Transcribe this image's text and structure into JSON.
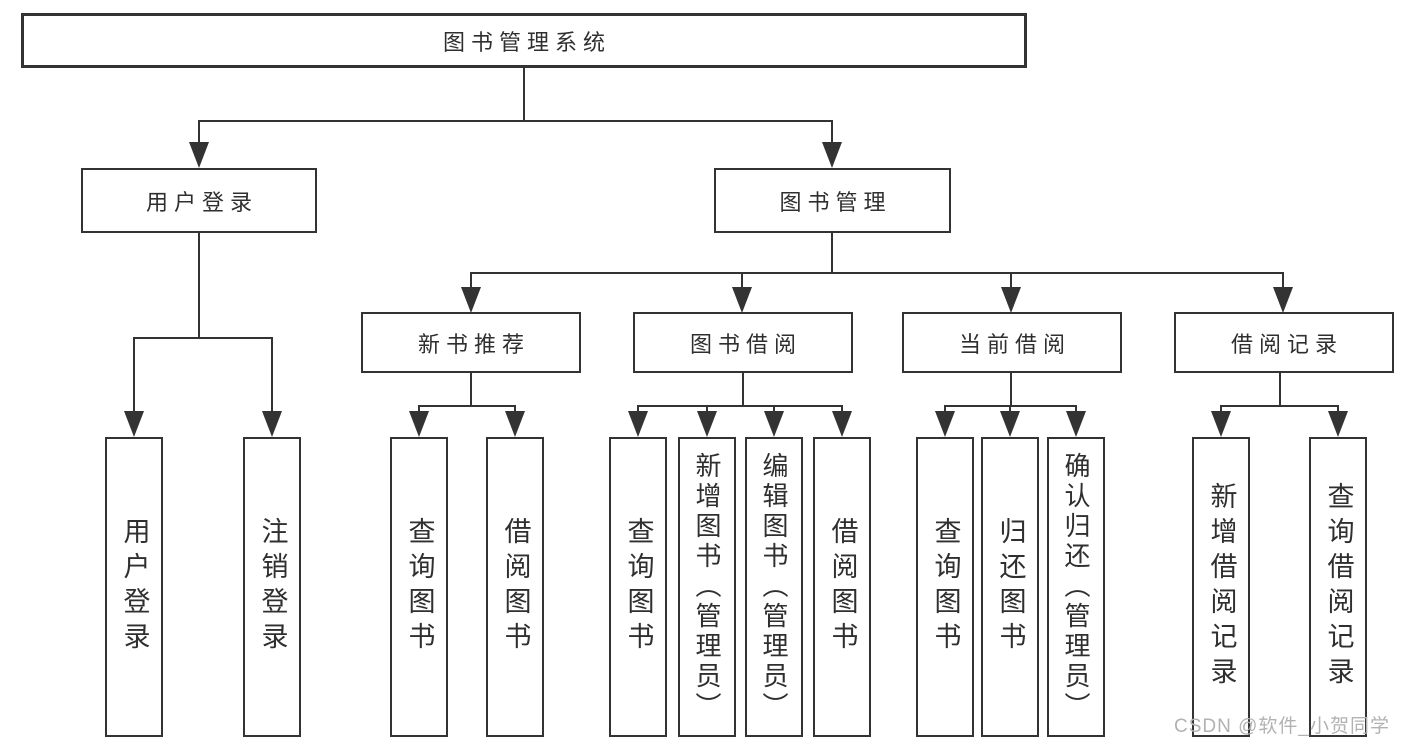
{
  "tree": {
    "root": {
      "label": "图书管理系统",
      "children": [
        {
          "label": "用户登录",
          "children": [
            {
              "label": "用户登录"
            },
            {
              "label": "注销登录"
            }
          ]
        },
        {
          "label": "图书管理",
          "children": [
            {
              "label": "新书推荐",
              "children": [
                {
                  "label": "查询图书"
                },
                {
                  "label": "借阅图书"
                }
              ]
            },
            {
              "label": "图书借阅",
              "children": [
                {
                  "label": "查询图书"
                },
                {
                  "label": "新增图书（管理员）"
                },
                {
                  "label": "编辑图书（管理员）"
                },
                {
                  "label": "借阅图书"
                }
              ]
            },
            {
              "label": "当前借阅",
              "children": [
                {
                  "label": "查询图书"
                },
                {
                  "label": "归还图书"
                },
                {
                  "label": "确认归还（管理员）"
                }
              ]
            },
            {
              "label": "借阅记录",
              "children": [
                {
                  "label": "新增借阅记录"
                },
                {
                  "label": "查询借阅记录"
                }
              ]
            }
          ]
        }
      ]
    }
  },
  "watermark": {
    "text": "CSDN @软件_小贺同学"
  },
  "colors": {
    "line": "#333333",
    "text": "#2f2f2f",
    "watermark": "#b2b2b2",
    "background": "#ffffff"
  }
}
